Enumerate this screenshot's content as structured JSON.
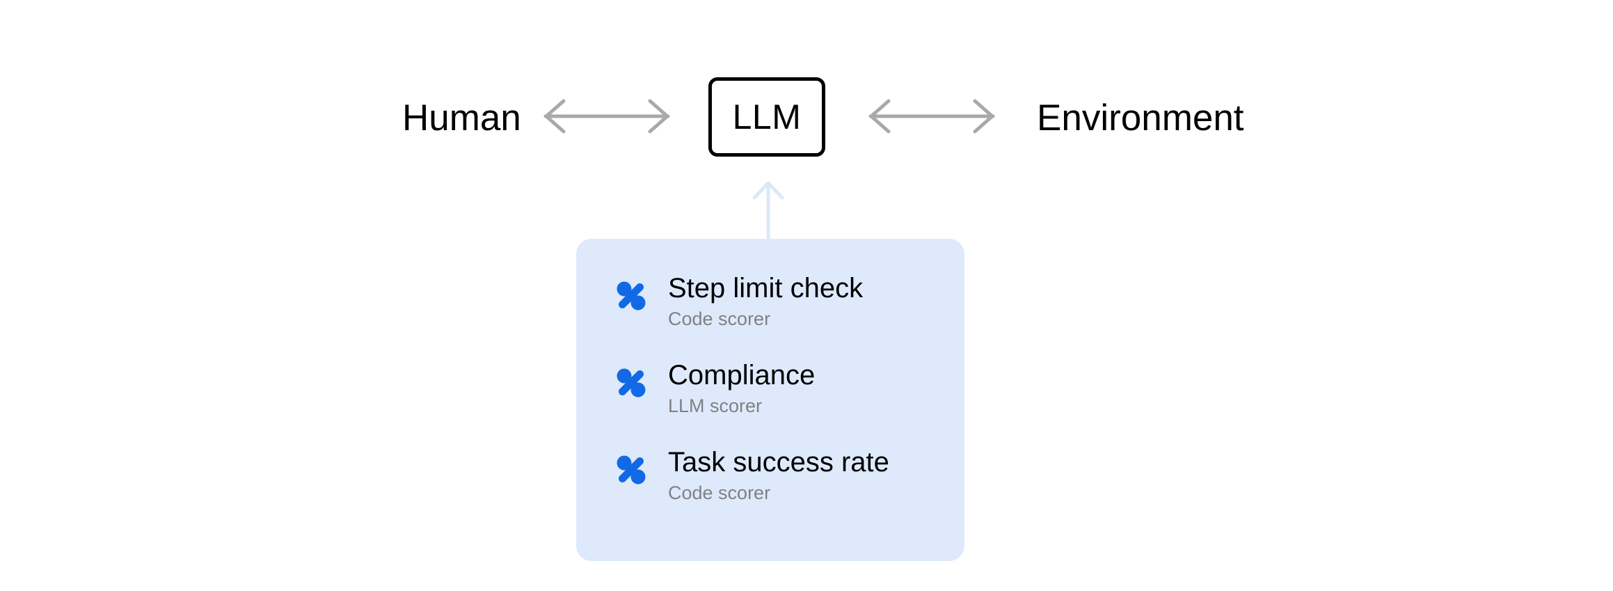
{
  "diagram": {
    "left_node": {
      "label": "Human"
    },
    "center_node": {
      "label": "LLM"
    },
    "right_node": {
      "label": "Environment"
    },
    "left_connector": {
      "icon": "double-headed-arrow-icon",
      "color": "#a9a9a9"
    },
    "right_connector": {
      "icon": "double-headed-arrow-icon",
      "color": "#a9a9a9"
    },
    "card_connector": {
      "icon": "arrow-up-icon",
      "color": "#dbe8fa"
    }
  },
  "scorer_card": {
    "background_color": "#deeafb",
    "accent_color": "#1269e6",
    "subtitle_color": "#808085",
    "items": [
      {
        "icon": "percent-scorer-icon",
        "title": "Step limit check",
        "subtitle": "Code scorer"
      },
      {
        "icon": "percent-scorer-icon",
        "title": "Compliance",
        "subtitle": "LLM scorer"
      },
      {
        "icon": "percent-scorer-icon",
        "title": "Task success rate",
        "subtitle": "Code scorer"
      }
    ]
  }
}
